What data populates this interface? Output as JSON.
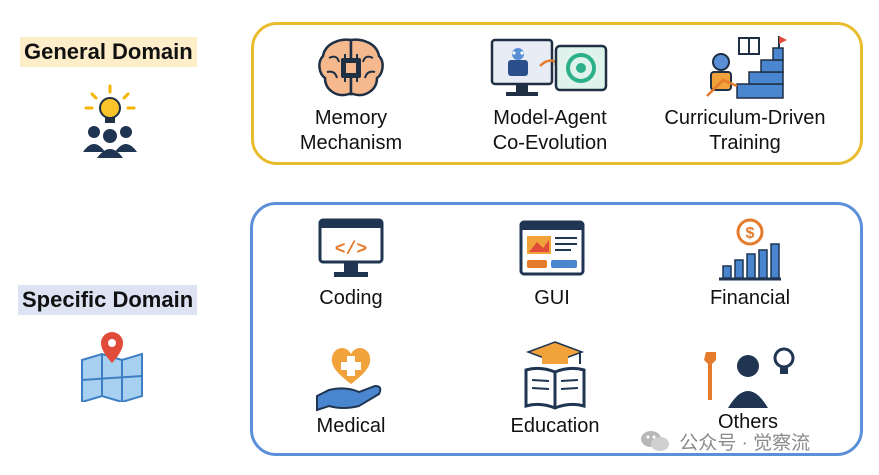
{
  "general": {
    "title": "General Domain",
    "items": [
      {
        "line1": "Memory",
        "line2": "Mechanism",
        "icon": "brain-chip-icon"
      },
      {
        "line1": "Model-Agent",
        "line2": "Co-Evolution",
        "icon": "robot-monitor-icon"
      },
      {
        "line1": "Curriculum-Driven",
        "line2": "Training",
        "icon": "robot-stairs-icon"
      }
    ],
    "icon": "lightbulb-team-icon",
    "color": "#e9bc2e"
  },
  "specific": {
    "title": "Specific Domain",
    "items": [
      {
        "label": "Coding",
        "icon": "code-monitor-icon"
      },
      {
        "label": "GUI",
        "icon": "gui-window-icon"
      },
      {
        "label": "Financial",
        "icon": "dollar-chart-icon"
      },
      {
        "label": "Medical",
        "icon": "medical-hand-icon"
      },
      {
        "label": "Education",
        "icon": "book-graduation-icon"
      },
      {
        "label": "Others",
        "icon": "person-tools-icon"
      }
    ],
    "icon": "map-pin-icon",
    "color": "#5b8fd9"
  },
  "watermark": {
    "text": "公众号 · 觉察流",
    "icon": "wechat-icon"
  }
}
